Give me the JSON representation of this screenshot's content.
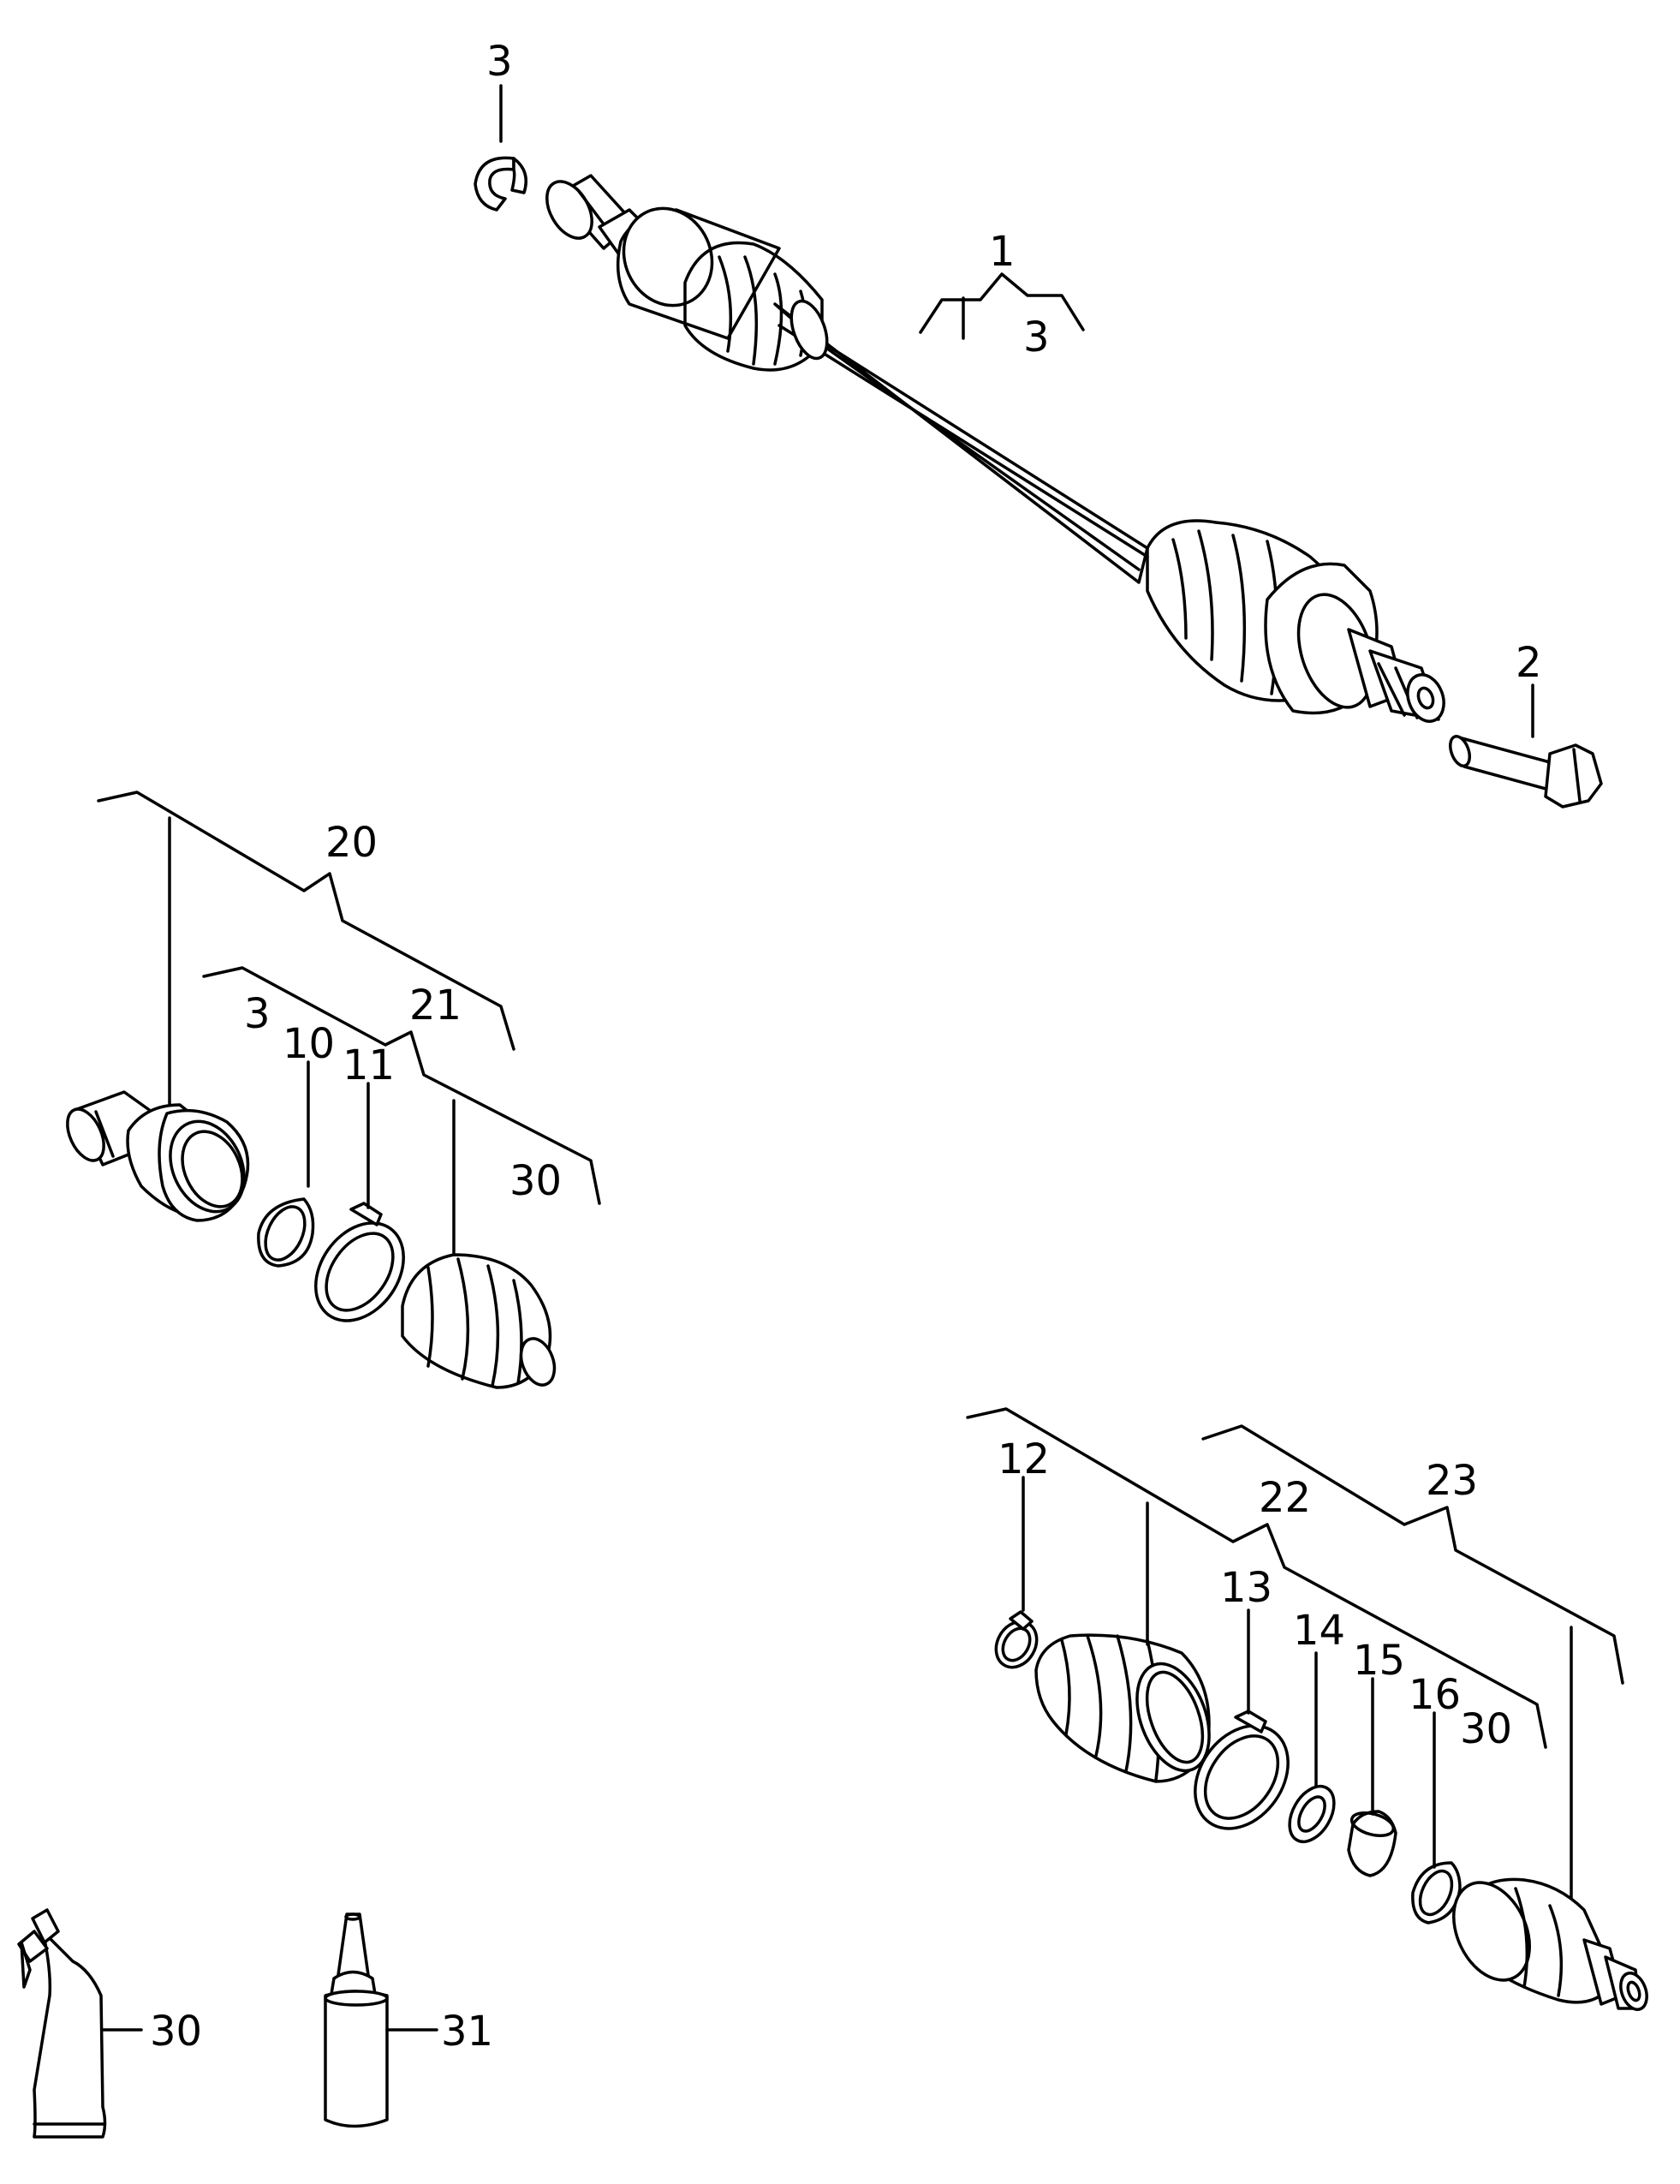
{
  "callouts": {
    "c1": "1",
    "c1_sub": "3",
    "c2": "2",
    "c3": "3",
    "c20": "20",
    "c21": "21",
    "c21_a": "3",
    "c10": "10",
    "c11": "11",
    "c21_b": "30",
    "c12": "12",
    "c22": "22",
    "c23": "23",
    "c13": "13",
    "c14": "14",
    "c15": "15",
    "c16": "16",
    "c22_b": "30",
    "c30": "30",
    "c31": "31"
  }
}
